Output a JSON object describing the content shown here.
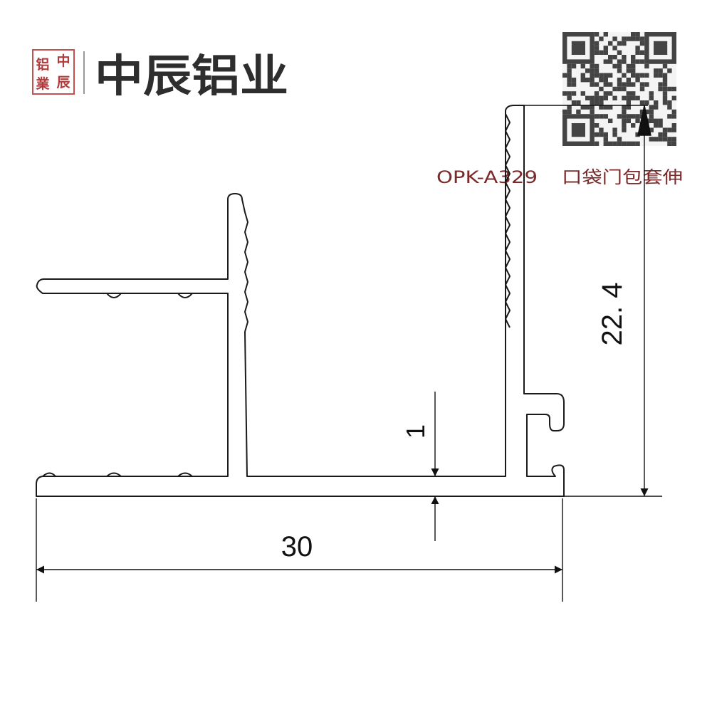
{
  "logo": {
    "seal_chars": [
      "铝",
      "中",
      "業",
      "辰"
    ],
    "brand_name": "中辰铝业"
  },
  "product": {
    "model": "OPK-A329",
    "name": "口袋门包套伸"
  },
  "dimensions": {
    "width": "30",
    "height": "22. 4",
    "wall_thickness": "1"
  },
  "colors": {
    "outline": "#1a1a1a",
    "seal": "#b23a3a",
    "model_text": "#7a2a2a"
  }
}
